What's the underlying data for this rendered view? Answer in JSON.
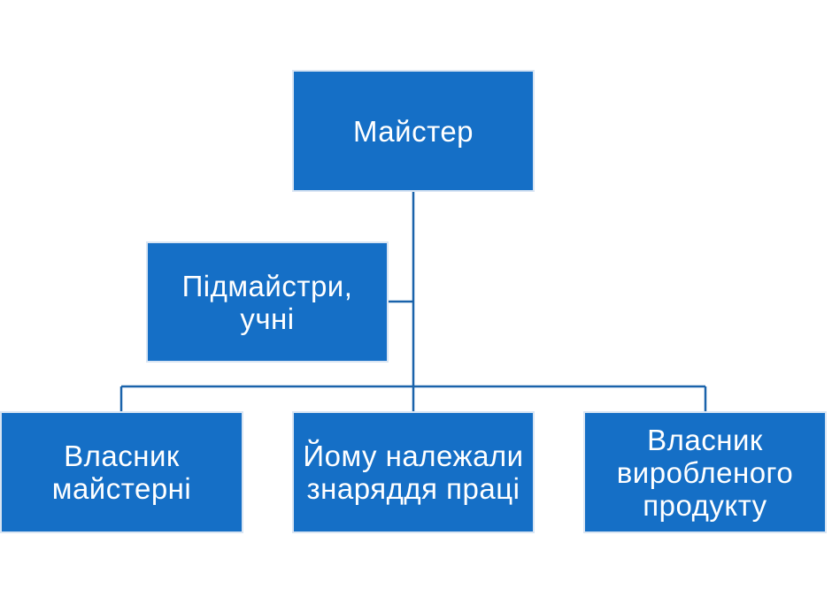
{
  "diagram": {
    "colors": {
      "box_fill": "#156fc6",
      "box_border": "#d9e5f3",
      "connector": "#1a63ab",
      "text": "#ffffff"
    },
    "root": {
      "label": "Майстер"
    },
    "assistant": {
      "label": "Підмайстри,\nучні"
    },
    "children": [
      {
        "label": "Власник\nмайстерні"
      },
      {
        "label": "Йому належали\nзнаряддя праці"
      },
      {
        "label": "Власник\nвиробленого\nпродукту"
      }
    ]
  }
}
